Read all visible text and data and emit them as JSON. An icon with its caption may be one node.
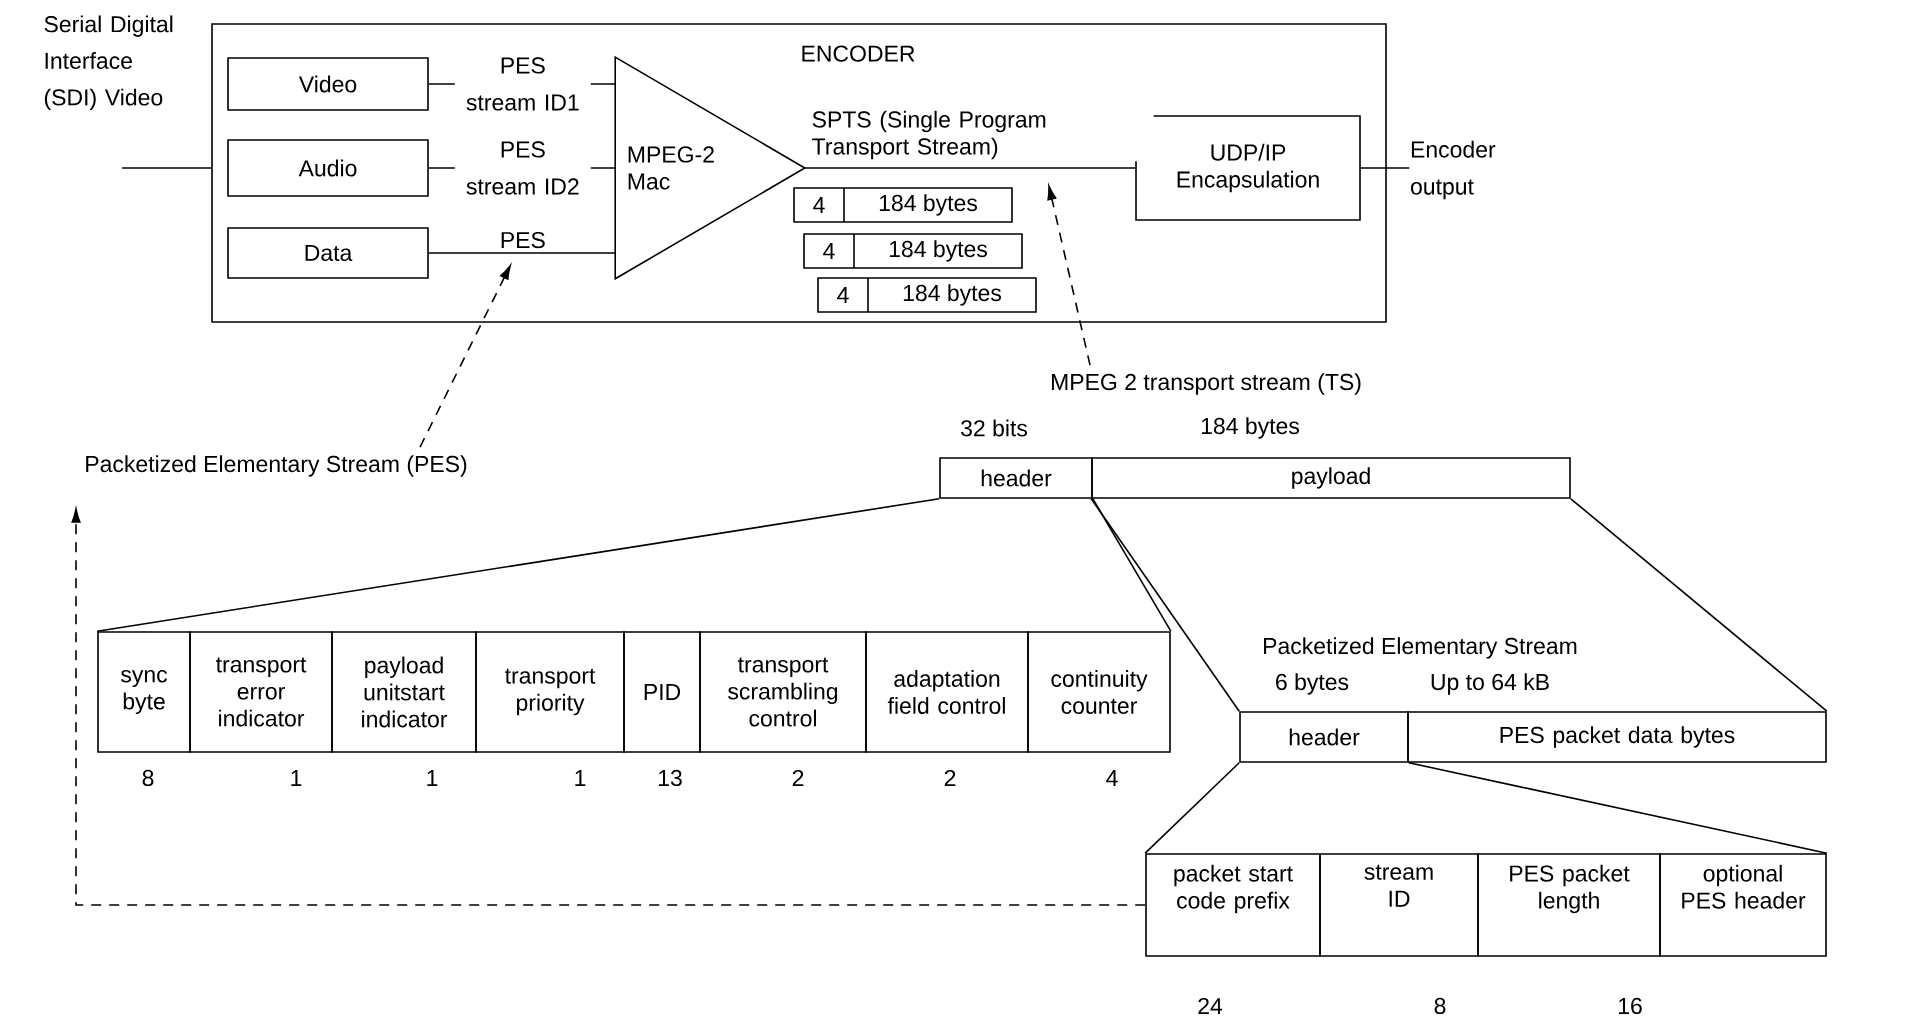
{
  "diagram": {
    "nodes": [
      {
        "text": [
          "ENCODER"
        ]
      },
      {
        "text": [
          "Video"
        ],
        "in": 0
      },
      {
        "text": [
          "Audio"
        ],
        "in": 0
      },
      {
        "text": [
          "Data"
        ],
        "in": 0
      },
      {
        "text": [
          "MPEG-2 Mac"
        ],
        "in": 0
      },
      {
        "text": [
          "4",
          "184 bytes"
        ],
        "in": 0
      },
      {
        "text": [
          "4",
          "184 bytes"
        ],
        "in": 0
      },
      {
        "text": [
          "4",
          "184 bytes"
        ],
        "in": 0
      },
      {
        "text": [
          "UDP/IP Encapsulation"
        ],
        "in": 0
      },
      {
        "text": [
          "MPEG 2 transport stream (TS)"
        ]
      },
      {
        "text": [
          "Packetized Elementary Stream (PES)"
        ]
      },
      {
        "text": [
          "header"
        ],
        "beside": [
          "32 bits"
        ]
      },
      {
        "text": [
          "payload"
        ],
        "beside": [
          "184 bytes"
        ]
      },
      {
        "text": [
          "sync byte"
        ],
        "beside": [
          "8"
        ]
      },
      {
        "text": [
          "transport error indicator"
        ],
        "beside": [
          "1"
        ]
      },
      {
        "text": [
          "payload unitstart indicator"
        ],
        "beside": [
          "1"
        ]
      },
      {
        "text": [
          "transport priority"
        ],
        "beside": [
          "1"
        ]
      },
      {
        "text": [
          "PID"
        ],
        "beside": [
          "13"
        ]
      },
      {
        "text": [
          "transport scrambling control"
        ],
        "beside": [
          "2"
        ]
      },
      {
        "text": [
          "adaptation field control"
        ],
        "beside": [
          "2"
        ]
      },
      {
        "text": [
          "continuity counter"
        ],
        "beside": [
          "4"
        ]
      },
      {
        "text": [
          "header"
        ],
        "beside": [
          "6 bytes"
        ]
      },
      {
        "text": [
          "PES packet data bytes"
        ],
        "beside": [
          "Up to 64 kB"
        ]
      },
      {
        "text": [
          "packet start code prefix"
        ],
        "beside": [
          "24"
        ]
      },
      {
        "text": [
          "stream ID"
        ],
        "beside": [
          "8"
        ]
      },
      {
        "text": [
          "PES packet length"
        ],
        "beside": [
          "16"
        ]
      },
      {
        "text": [
          "optional PES header"
        ]
      },
      {
        "text": [
          "Encoder output"
        ]
      }
    ],
    "edges": [
      {
        "from": null,
        "to": 0,
        "arrow": "none"
      },
      {
        "from": 1,
        "to": 4,
        "arrow": "none",
        "label": "PES stream ID1"
      },
      {
        "from": 2,
        "to": 4,
        "arrow": "none",
        "label": "PES stream ID2"
      },
      {
        "from": 3,
        "to": 4,
        "arrow": "none",
        "label": "PES"
      },
      {
        "from": 4,
        "to": 8,
        "arrow": "none",
        "label": "SPTS (Single Program Transport Stream)"
      },
      {
        "from": 8,
        "to": 27,
        "arrow": "none"
      },
      {
        "from": 9,
        "to": null,
        "arrow": "to",
        "style": "dashed"
      },
      {
        "from": 10,
        "to": null,
        "arrow": "to",
        "style": "dashed"
      },
      {
        "from": 23,
        "to": 10,
        "arrow": "to",
        "style": "dashed"
      },
      {
        "from": 11,
        "to": 13,
        "arrow": "none"
      },
      {
        "from": 11,
        "to": 20,
        "arrow": "none"
      },
      {
        "from": 12,
        "to": 21,
        "arrow": "none"
      },
      {
        "from": 12,
        "to": 22,
        "arrow": "none"
      },
      {
        "from": 21,
        "to": 23,
        "arrow": "none"
      },
      {
        "from": 21,
        "to": 26,
        "arrow": "none"
      }
    ],
    "labels": [
      "Serial Digital Interface (SDI) Video",
      "Packetized Elementary Stream"
    ]
  }
}
